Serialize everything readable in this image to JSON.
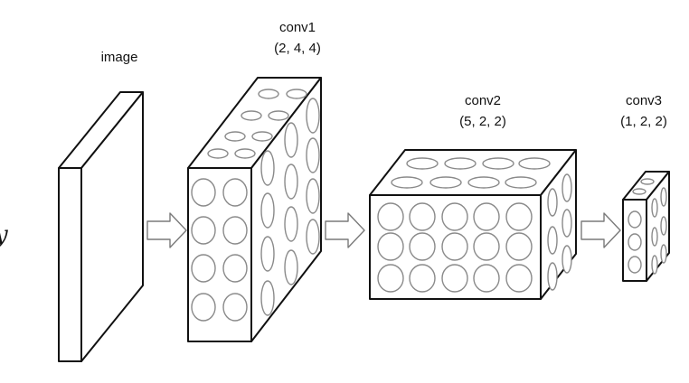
{
  "diagram": {
    "side_glyph": "y",
    "layers": [
      {
        "id": "image",
        "name": "image",
        "shape": ""
      },
      {
        "id": "conv1",
        "name": "conv1",
        "shape": "(2, 4, 4)"
      },
      {
        "id": "conv2",
        "name": "conv2",
        "shape": "(5, 2, 2)"
      },
      {
        "id": "conv3",
        "name": "conv3",
        "shape": "(1, 2, 2)"
      }
    ],
    "colors": {
      "edge": "#111111",
      "unit_stroke": "#8a8a8a",
      "arrow_stroke": "#7a7a7a",
      "background": "#ffffff"
    }
  }
}
